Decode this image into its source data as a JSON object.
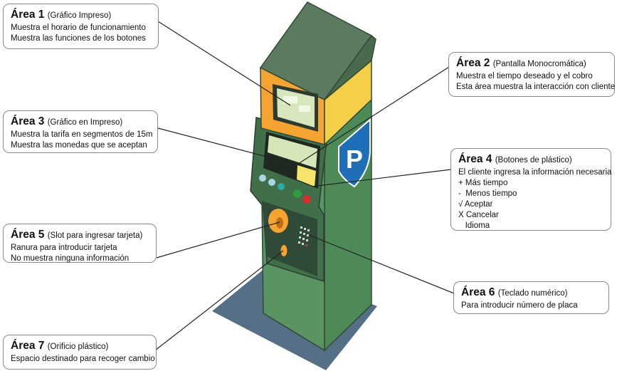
{
  "callouts": [
    {
      "id": "area1",
      "area": "Área 1",
      "subtitle": "(Gráfico Impreso)",
      "lines": [
        "Muestra el horario de funcionamiento",
        "Muestra las funciones de los botones"
      ]
    },
    {
      "id": "area2",
      "area": "Área 2",
      "subtitle": "(Pantalla Monocromática)",
      "lines": [
        "Muestra el tiempo deseado y el cobro",
        "Esta área muestra la interacción con cliente"
      ]
    },
    {
      "id": "area3",
      "area": "Área 3",
      "subtitle": "(Gráfico en Impreso)",
      "lines": [
        "Muestra la tarifa en segmentos de 15m",
        "Muestra las monedas que se aceptan"
      ]
    },
    {
      "id": "area4",
      "area": "Área 4",
      "subtitle": "(Botones de plástico)",
      "lines": [
        "El cliente ingresa la información necesaria",
        "+ Más tiempo",
        "-  Menos tiempo",
        "√ Aceptar",
        "X Cancelar",
        "   Idioma"
      ]
    },
    {
      "id": "area5",
      "area": "Área 5",
      "subtitle": "(Slot para ingresar tarjeta)",
      "lines": [
        "Ranura para introducir tarjeta",
        "No muestra ninguna información"
      ]
    },
    {
      "id": "area6",
      "area": "Área 6",
      "subtitle": "(Teclado numérico)",
      "lines": [
        "Para introducir número de placa"
      ]
    },
    {
      "id": "area7",
      "area": "Área 7",
      "subtitle": "(Orificio plástico)",
      "lines": [
        "Espacio destinado para recoger cambio"
      ]
    }
  ],
  "sign_letter": "P",
  "colors": {
    "machine_green": "#4e8a57",
    "machine_dark": "#2f4a36",
    "roof": "#5c7a60",
    "header_orange": "#f6a431",
    "header_yellow": "#f5cf48",
    "shadow": "#556f86",
    "sign_blue": "#1f6fb8"
  }
}
